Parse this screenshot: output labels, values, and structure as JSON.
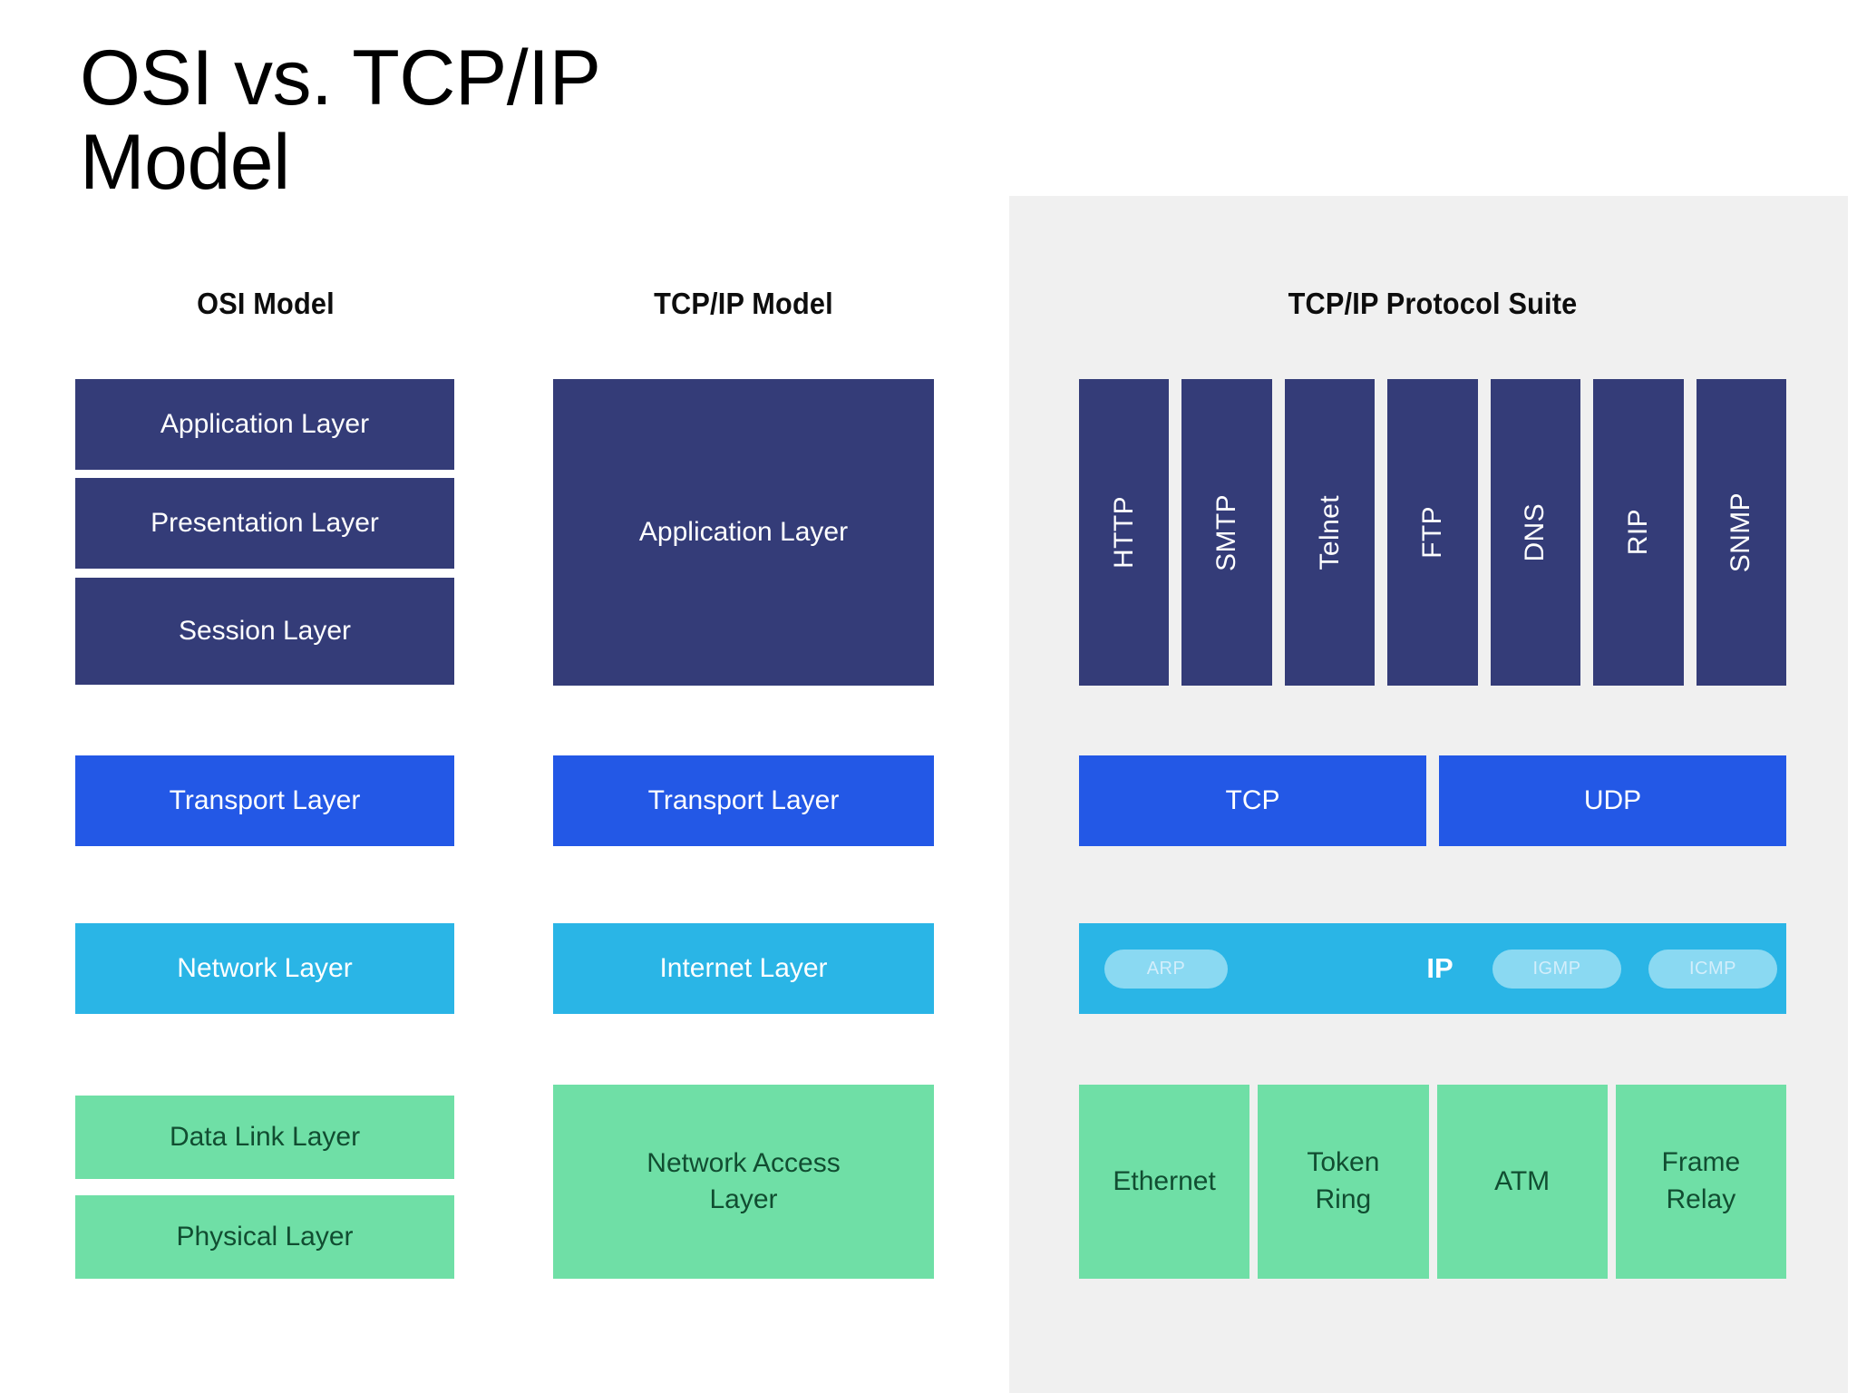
{
  "title": "OSI vs. TCP/IP\nModel",
  "columns": {
    "osi_header": "OSI Model",
    "tcpip_header": "TCP/IP Model",
    "suite_header": "TCP/IP Protocol Suite"
  },
  "colors": {
    "navy": "#343c78",
    "blue": "#2358e6",
    "cyan": "#2ab5e6",
    "green": "#6fdfa6",
    "green_text": "#114d31",
    "panel_grey": "#f0f0f0",
    "pill": "#8ad9f2",
    "background": "#ffffff"
  },
  "osi_model": {
    "layers": [
      {
        "label": "Application Layer",
        "color": "navy"
      },
      {
        "label": "Presentation Layer",
        "color": "navy"
      },
      {
        "label": "Session Layer",
        "color": "navy"
      },
      {
        "label": "Transport Layer",
        "color": "blue"
      },
      {
        "label": "Network Layer",
        "color": "cyan"
      },
      {
        "label": "Data Link Layer",
        "color": "green"
      },
      {
        "label": "Physical Layer",
        "color": "green"
      }
    ]
  },
  "tcpip_model": {
    "layers": [
      {
        "label": "Application Layer",
        "color": "navy"
      },
      {
        "label": "Transport Layer",
        "color": "blue"
      },
      {
        "label": "Internet Layer",
        "color": "cyan"
      },
      {
        "label": "Network Access\nLayer",
        "color": "green"
      }
    ]
  },
  "protocol_suite": {
    "application_protocols": [
      "HTTP",
      "SMTP",
      "Telnet",
      "FTP",
      "DNS",
      "RIP",
      "SNMP"
    ],
    "transport_protocols": [
      "TCP",
      "UDP"
    ],
    "internet_layer": {
      "main": "IP",
      "pills": [
        "ARP",
        "IGMP",
        "ICMP"
      ]
    },
    "network_access_technologies": [
      "Ethernet",
      "Token\nRing",
      "ATM",
      "Frame\nRelay"
    ]
  }
}
